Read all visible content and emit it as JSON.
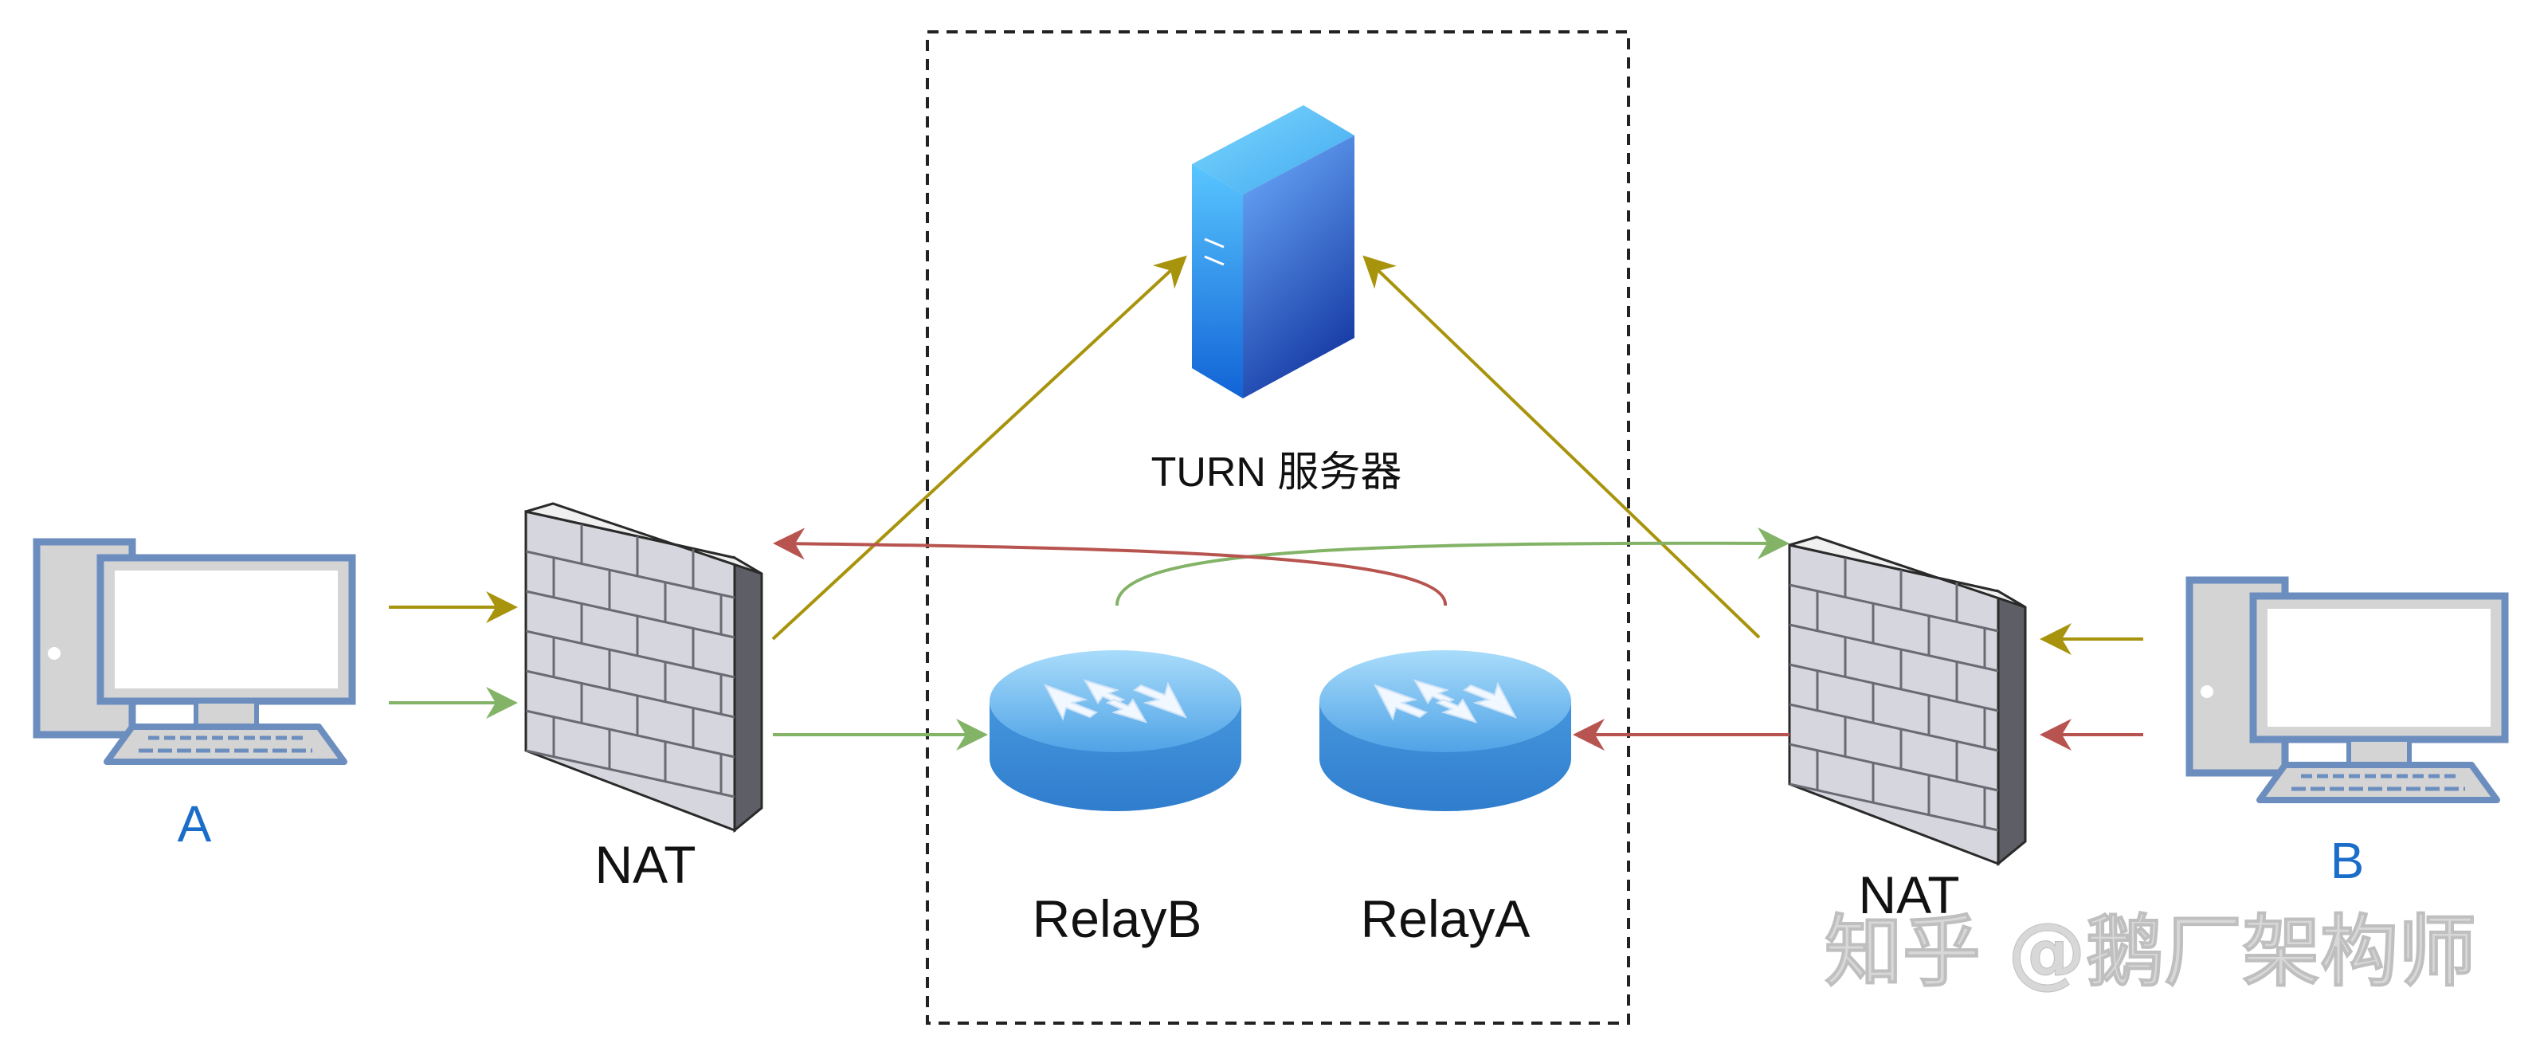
{
  "labels": {
    "turn_server": "TURN 服务器",
    "nat_left": "NAT",
    "nat_right": "NAT",
    "relay_b": "RelayB",
    "relay_a": "RelayA",
    "host_a": "A",
    "host_b": "B"
  },
  "watermark": "知乎 @鹅厂架构师",
  "colors": {
    "host_label": "#1a6dc8",
    "text": "#111111",
    "arrow_olive": "#a8940c",
    "arrow_green": "#82b366",
    "arrow_red": "#b85450",
    "boundary": "#222222",
    "watermark": "#d8d8d8"
  },
  "icons": {
    "computer": "desktop-computer-icon",
    "firewall": "brick-firewall-icon",
    "router": "relay-router-icon",
    "server": "tower-server-icon"
  }
}
